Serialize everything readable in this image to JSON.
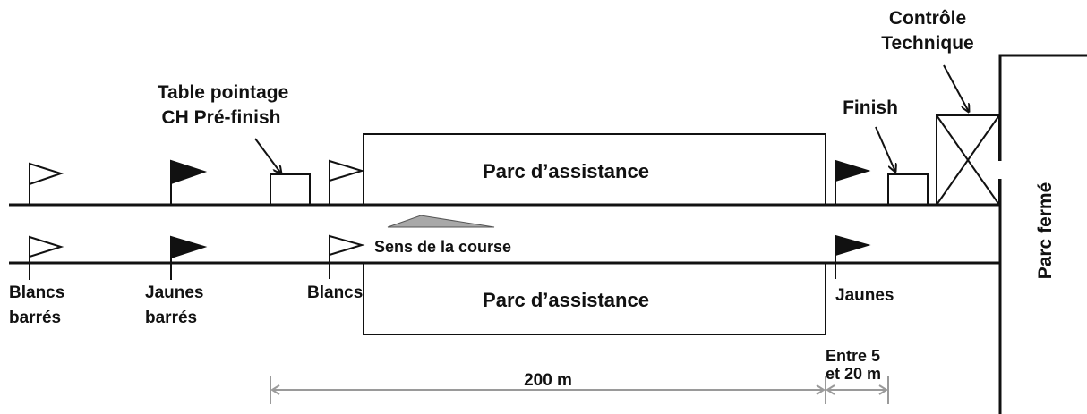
{
  "labels": {
    "controle_1": "Contrôle",
    "controle_2": "Technique",
    "table_1": "Table pointage",
    "table_2": "CH Pré-finish",
    "finish": "Finish",
    "parc_top": "Parc d’assistance",
    "parc_bottom": "Parc d’assistance",
    "sens": "Sens de la course",
    "parc_ferme": "Parc fermé",
    "blancs_barres_1": "Blancs",
    "blancs_barres_2": "barrés",
    "jaunes_barres_1": "Jaunes",
    "jaunes_barres_2": "barrés",
    "blancs": "Blancs",
    "jaunes": "Jaunes",
    "dist_200": "200 m",
    "entre_1": "Entre 5",
    "entre_2": "et 20 m"
  },
  "colors": {
    "ink": "#111111",
    "dimension": "#9a9a9a",
    "arrow_fill": "#a8a8a8"
  }
}
